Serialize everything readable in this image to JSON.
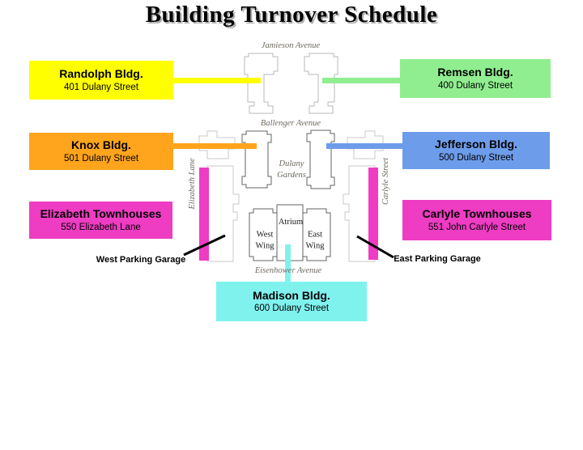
{
  "title": "Building Turnover Schedule",
  "boxes": [
    {
      "id": "randolph",
      "name": "Randolph Bldg.",
      "address": "401 Dulany Street",
      "color": "#FFFF00"
    },
    {
      "id": "remsen",
      "name": "Remsen Bldg.",
      "address": "400 Dulany Street",
      "color": "#90EE90"
    },
    {
      "id": "knox",
      "name": "Knox Bldg.",
      "address": "501 Dulany Street",
      "color": "#FFA41C"
    },
    {
      "id": "jefferson",
      "name": "Jefferson Bldg.",
      "address": "500 Dulany Street",
      "color": "#6D9CEA"
    },
    {
      "id": "elizabeth",
      "name": "Elizabeth Townhouses",
      "address": "550 Elizabeth Lane",
      "color": "#EE3CC3"
    },
    {
      "id": "carlyle",
      "name": "Carlyle Townhouses",
      "address": "551 John Carlyle Street",
      "color": "#EE3CC3"
    },
    {
      "id": "madison",
      "name": "Madison Bldg.",
      "address": "600 Dulany Street",
      "color": "#80F2EE"
    }
  ],
  "map": {
    "streets": {
      "jamieson": "Jamieson Avenue",
      "ballenger": "Ballenger Avenue",
      "eisenhower": "Eisenhower Avenue",
      "elizabeth_lane": "Elizabeth Lane",
      "carlyle_street": "Carlyle Street",
      "dulany_gardens": "Dulany\nGardens"
    },
    "buildings": {
      "atrium": "Atrium",
      "west_wing": "West\nWing",
      "east_wing": "East\nWing"
    },
    "garages": {
      "west": "West Parking Garage",
      "east": "East Parking Garage"
    }
  },
  "colors": {
    "pointer_line": "#000000",
    "outline_light": "#b7b8bc",
    "outline_dark": "#636363",
    "outline_faint": "#c9c9c9"
  }
}
